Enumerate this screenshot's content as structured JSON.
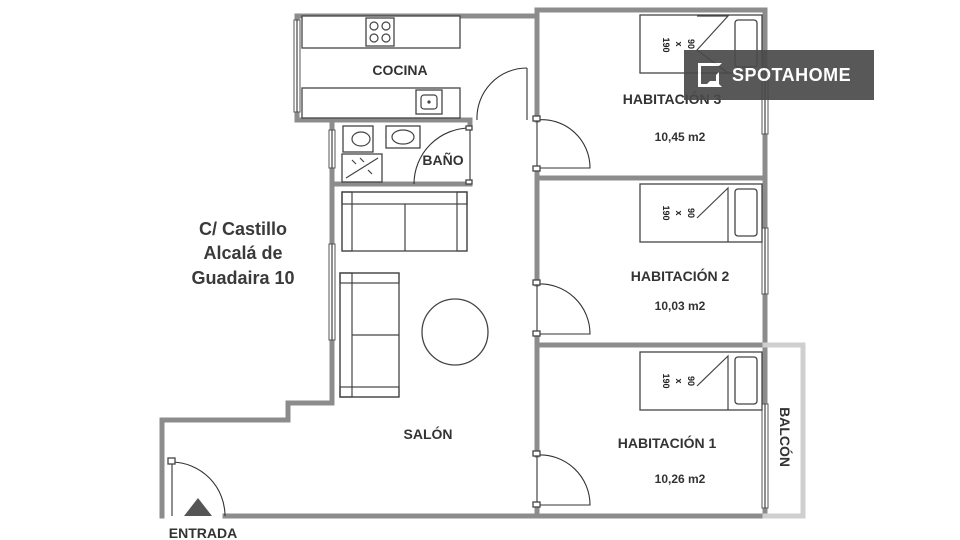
{
  "brand": {
    "name": "SPOTAHOME",
    "icon": "spotahome-logo-icon"
  },
  "address": {
    "line1": "C/ Castillo",
    "line2": "Alcalá de",
    "line3": "Guadaira 10"
  },
  "rooms": {
    "cocina": {
      "label": "COCINA"
    },
    "bano": {
      "label": "BAÑO"
    },
    "salon": {
      "label": "SALÓN"
    },
    "entrada": {
      "label": "ENTRADA"
    },
    "balcon": {
      "label": "BALCÓN"
    },
    "hab3": {
      "label": "HABITACIÓN 3",
      "area": "10,45 m2"
    },
    "hab2": {
      "label": "HABITACIÓN 2",
      "area": "10,03 m2"
    },
    "hab1": {
      "label": "HABITACIÓN 1",
      "area": "10,26 m2"
    }
  },
  "beds": [
    {
      "width": "90",
      "x": "x",
      "length": "190"
    },
    {
      "width": "90",
      "x": "x",
      "length": "190"
    },
    {
      "width": "90",
      "x": "x",
      "length": "190"
    }
  ],
  "colors": {
    "wall": "#8c8c8c",
    "badge": "#4a4a4a",
    "text": "#333333"
  }
}
